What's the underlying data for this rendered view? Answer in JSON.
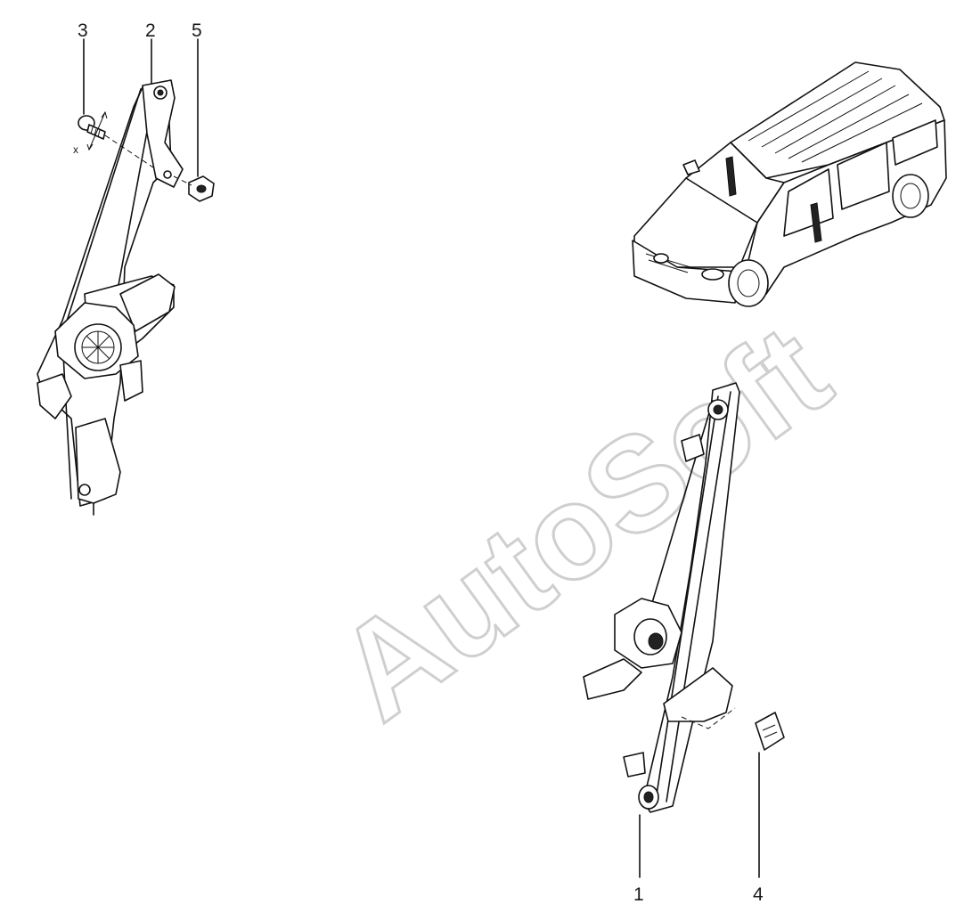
{
  "watermark": "AutoSoft",
  "callouts": [
    {
      "id": "3",
      "label": "3"
    },
    {
      "id": "2",
      "label": "2"
    },
    {
      "id": "5",
      "label": "5"
    },
    {
      "id": "1",
      "label": "1"
    },
    {
      "id": "4",
      "label": "4"
    }
  ],
  "dimension_mark": "x"
}
